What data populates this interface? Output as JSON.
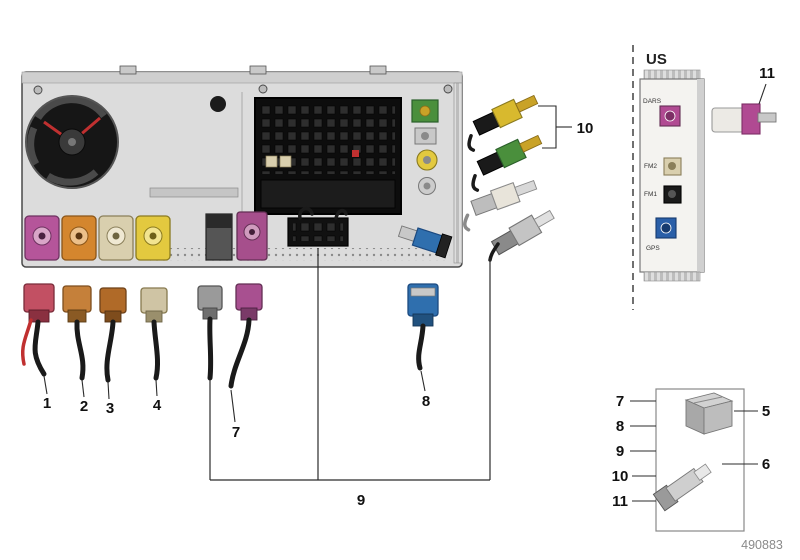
{
  "callouts": {
    "c1": "1",
    "c2": "2",
    "c3": "3",
    "c4": "4",
    "c5": "5",
    "c6": "6",
    "c7": "7",
    "c8": "8",
    "c9": "9",
    "c10": "10",
    "c11": "11"
  },
  "us_section": {
    "label": "US",
    "module_ports": [
      {
        "label": "DARS"
      },
      {
        "label": "FM2"
      },
      {
        "label": "FM1"
      },
      {
        "label": "GPS"
      }
    ]
  },
  "legend": {
    "rows": [
      "7",
      "8",
      "9",
      "10",
      "11"
    ]
  },
  "footer": {
    "part_number": "490883"
  },
  "colors": {
    "magenta_connector": "#b04a92",
    "amber_connector": "#d4862e",
    "cream_connector": "#d9cfae",
    "yellow_connector": "#e3c93f",
    "red_connector": "#c25063",
    "orange_connector": "#b06a28",
    "gray_connector": "#9a9a9a",
    "blue_connector": "#2f6fae",
    "green_connector": "#4a8f3c",
    "gold_pin": "#c9a227"
  }
}
